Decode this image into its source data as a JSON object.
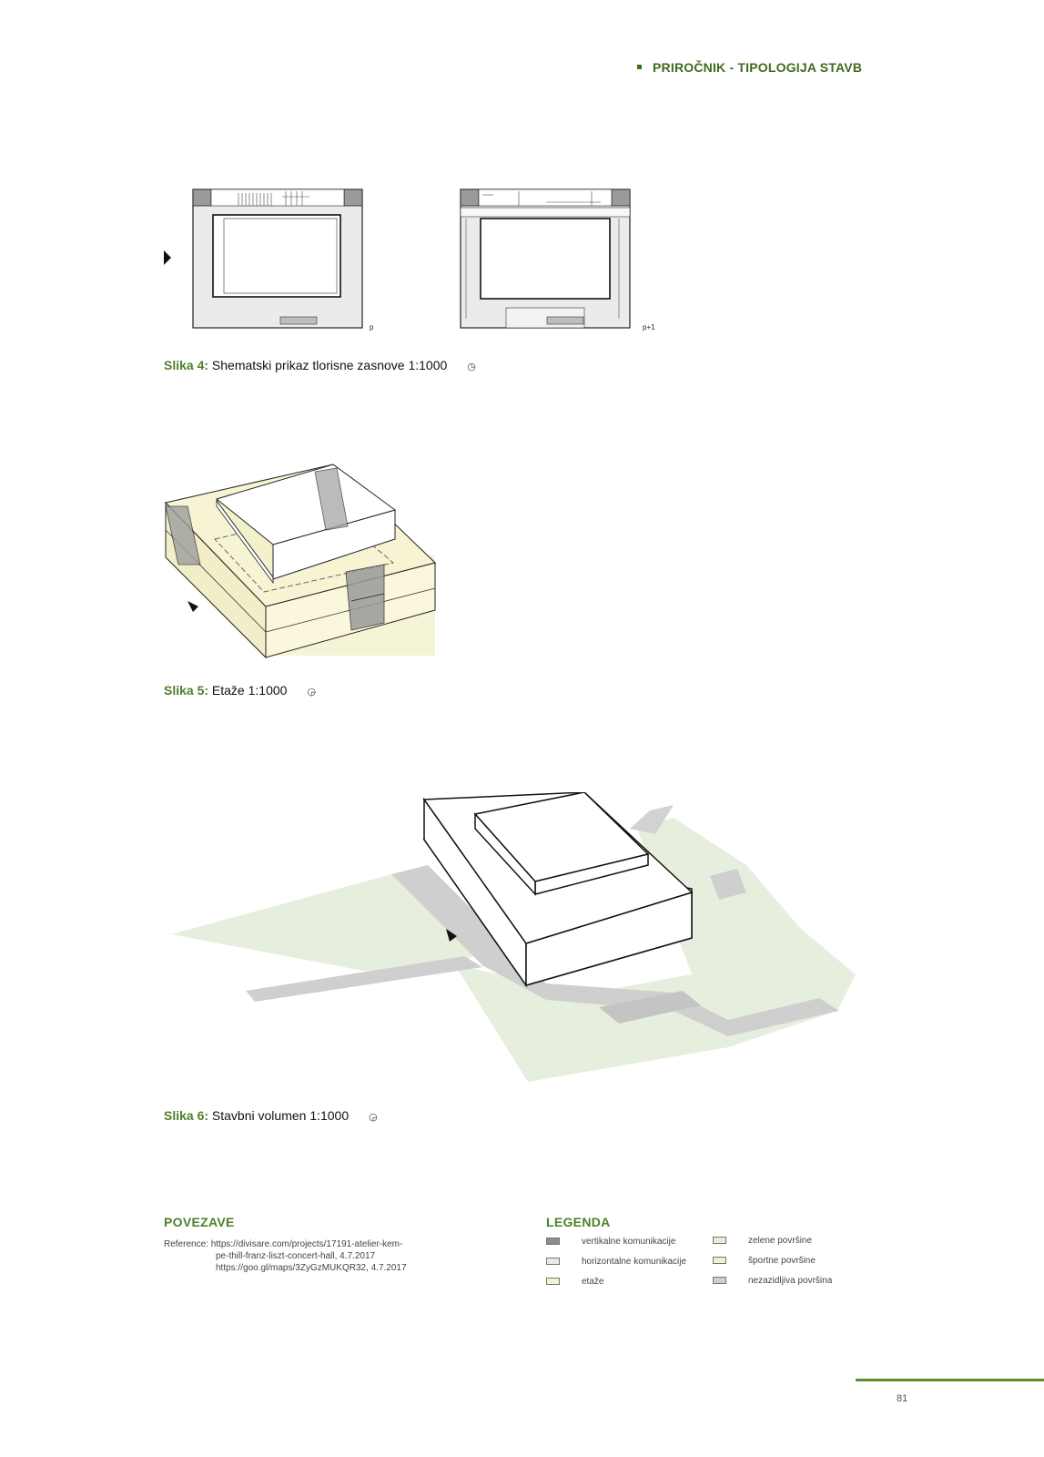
{
  "header": {
    "title": "PRIROČNIK - TIPOLOGIJA STAVB"
  },
  "figure4": {
    "plan_label_left": "p",
    "plan_label_right": "p+1",
    "caption_label": "Slika 4:",
    "caption_text": " Shematski prikaz tlorisne zasnove 1:1000",
    "north_symbol": "◷"
  },
  "figure5": {
    "caption_label": "Slika 5:",
    "caption_text": " Etaže 1:1000",
    "north_symbol": "◶"
  },
  "figure6": {
    "caption_label": "Slika 6:",
    "caption_text": " Stavbni volumen 1:1000",
    "north_symbol": "◶"
  },
  "links": {
    "title": "POVEZAVE",
    "reference_label": "Reference:",
    "lines": [
      "https://divisare.com/projects/17191-atelier-kem-",
      "pe-thill-franz-liszt-concert-hall, 4.7.2017",
      "https://goo.gl/maps/3ZyGzMUKQR32, 4.7.2017"
    ]
  },
  "legend": {
    "title": "LEGENDA",
    "items": [
      {
        "label": "vertikalne komunikacije",
        "color": "#8c8c8c"
      },
      {
        "label": "horizontalne komunikacije",
        "color": "#e8e8e8"
      },
      {
        "label": "etaže",
        "color": "#f5f2cf"
      },
      {
        "label": "zelene površine",
        "color": "#e4eed9"
      },
      {
        "label": "športne površine",
        "color": "#f8ecd2"
      },
      {
        "label": "nezazidljiva površina",
        "color": "#cfcfcf"
      }
    ]
  },
  "page": {
    "number": "81"
  }
}
